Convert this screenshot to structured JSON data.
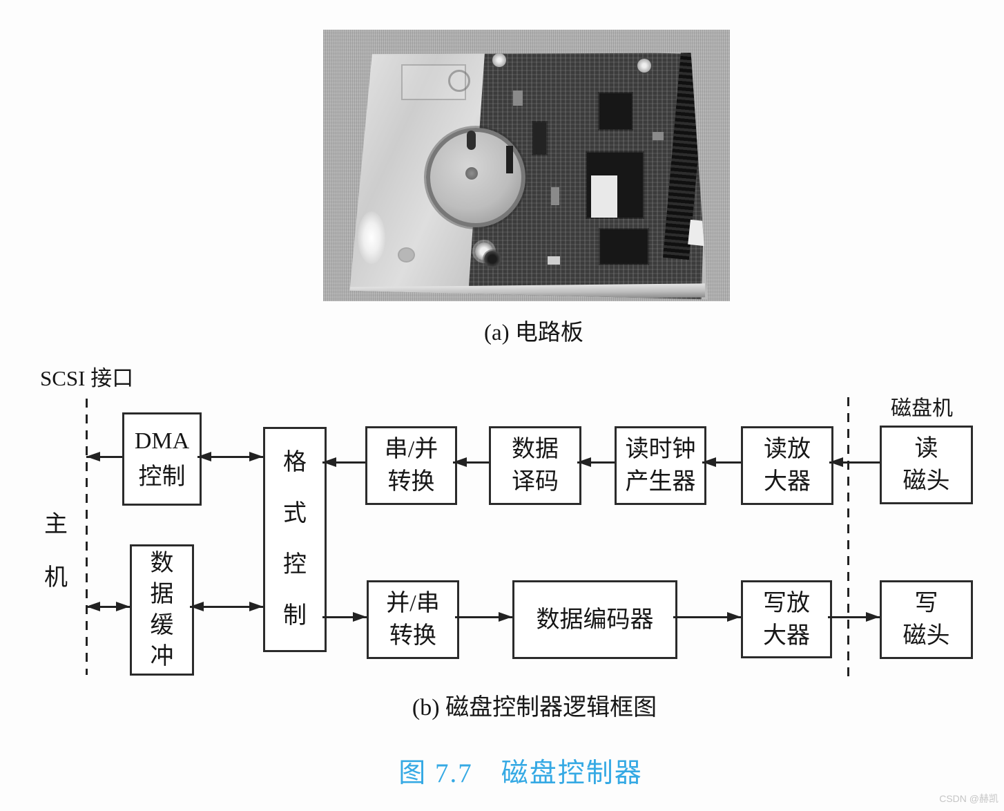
{
  "figure": {
    "caption_a": "(a) 电路板",
    "caption_b": "(b) 磁盘控制器逻辑框图",
    "title": "图 7.7　磁盘控制器"
  },
  "watermark": "CSDN @赫凯",
  "colors": {
    "accent_blue": "#35a9e4",
    "line_color": "#222222",
    "watermark_gray": "#c5c5c5"
  },
  "diagram": {
    "labels": {
      "scsi_interface": "SCSI 接口",
      "host_top": "主",
      "host_bottom": "机",
      "disk_drive": "磁盘机"
    },
    "nodes": {
      "dma": {
        "label": "DMA\n控制"
      },
      "format": {
        "label": "格\n式\n控\n制"
      },
      "serial_parallel": {
        "label": "串/并\n转换"
      },
      "decoder": {
        "label": "数据\n译码"
      },
      "read_clock": {
        "label": "读时钟\n产生器"
      },
      "read_amp": {
        "label": "读放\n大器"
      },
      "read_head": {
        "label": "读\n磁头"
      },
      "data_buffer": {
        "label": "数\n据\n缓\n冲"
      },
      "parallel_serial": {
        "label": "并/串\n转换"
      },
      "encoder": {
        "label": "数据编码器"
      },
      "write_amp": {
        "label": "写放\n大器"
      },
      "write_head": {
        "label": "写\n磁头"
      }
    }
  }
}
